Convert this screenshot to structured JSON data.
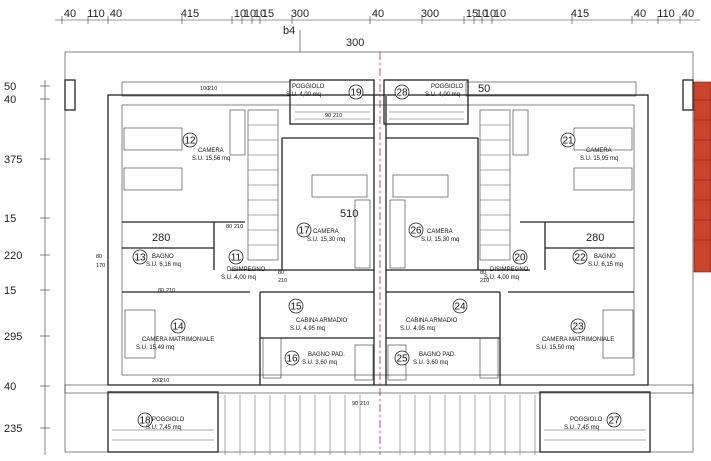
{
  "top_dimensions": [
    "40",
    "110",
    "40",
    "415",
    "10",
    "10",
    "10",
    "15",
    "300",
    "40",
    "300",
    "15",
    "10",
    "10",
    "10",
    "415",
    "40",
    "110",
    "40"
  ],
  "left_dimensions": [
    "50",
    "40",
    "375",
    "15",
    "220",
    "15",
    "295",
    "40",
    "235"
  ],
  "header": {
    "axis_label": "b4",
    "span_label": "300",
    "span_side": "50"
  },
  "rooms": [
    {
      "num": "12",
      "name": "CAMERA",
      "area": "S.U. 15,56 mq"
    },
    {
      "num": "21",
      "name": "CAMERA",
      "area": "S.U. 15,95 mq"
    },
    {
      "num": "17",
      "name": "CAMERA",
      "area": "S.U. 15,30 mq"
    },
    {
      "num": "26",
      "name": "CAMERA",
      "area": "S.U. 15,30 mq"
    },
    {
      "num": "19",
      "name": "POGGIOLO",
      "area": "S.U. 4,00 mq"
    },
    {
      "num": "28",
      "name": "POGGIOLO",
      "area": "S.U. 4,00 mq"
    },
    {
      "num": "13",
      "name": "BAGNO",
      "area": "S.U. 6,16 mq"
    },
    {
      "num": "22",
      "name": "BAGNO",
      "area": "S.U. 6,15 mq"
    },
    {
      "num": "11",
      "name": "DISIMPEGNO",
      "area": "S.U. 4,00 mq"
    },
    {
      "num": "20",
      "name": "DISIMPEGNO",
      "area": "S.U. 4,00 mq"
    },
    {
      "num": "15",
      "name": "CABINA ARMADIO",
      "area": "S.U. 4,95 mq"
    },
    {
      "num": "24",
      "name": "CABINA ARMADIO",
      "area": "S.U. 4,95 mq"
    },
    {
      "num": "14",
      "name": "CAMERA MATRIMONIALE",
      "area": "S.U. 15,49 mq"
    },
    {
      "num": "23",
      "name": "CAMERA MATRIMONIALE",
      "area": "S.U. 15,50 mq"
    },
    {
      "num": "16",
      "name": "BAGNO PAD.",
      "area": "S.U. 3,60 mq"
    },
    {
      "num": "25",
      "name": "BAGNO PAD.",
      "area": "S.U. 3,60 mq"
    },
    {
      "num": "18",
      "name": "POGGIOLO",
      "area": "S.U. 7,45 mq"
    },
    {
      "num": "27",
      "name": "POGGIOLO",
      "area": "S.U. 7,45 mq"
    }
  ],
  "window_labels": [
    "280",
    "280",
    "510"
  ],
  "opening_labels": [
    "100",
    "210",
    "90",
    "210",
    "80",
    "210",
    "80",
    "170",
    "80",
    "210",
    "80",
    "210",
    "80",
    "210",
    "200",
    "210",
    "90",
    "210"
  ]
}
